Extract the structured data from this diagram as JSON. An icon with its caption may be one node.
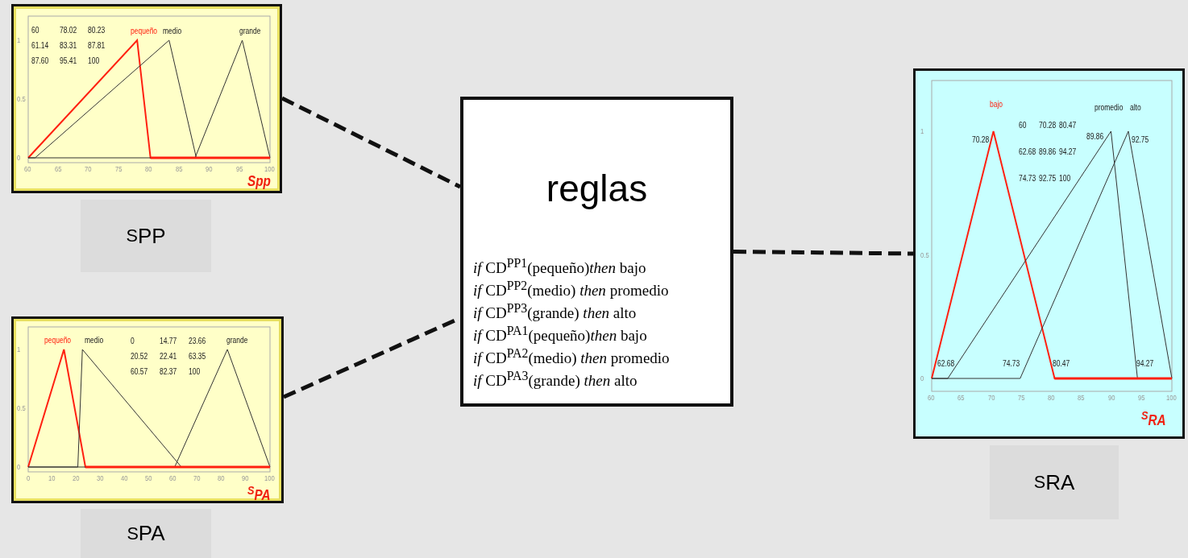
{
  "diagram": {
    "nodes": [
      {
        "text": [
          "60",
          "78.02",
          "80.23",
          "61.14",
          "83.31",
          "87.81",
          "87.60",
          "95.41",
          "100",
          "pequeño",
          "medio",
          "grande",
          "1",
          "0.5",
          "0",
          "60",
          "65",
          "70",
          "75",
          "80",
          "85",
          "90",
          "95",
          "100",
          "Spp"
        ],
        "beside": [
          "$^{S}$PP"
        ]
      },
      {
        "text": [
          "0",
          "14.77",
          "23.66",
          "20.52",
          "22.41",
          "63.35",
          "60.57",
          "82.37",
          "100",
          "pequeño",
          "medio",
          "grande",
          "1",
          "0.5",
          "0",
          "0",
          "10",
          "20",
          "30",
          "40",
          "50",
          "60",
          "70",
          "80",
          "90",
          "100",
          "$^{S}$PA"
        ],
        "beside": [
          "$^{S}$PA"
        ]
      },
      {
        "text": [
          "reglas",
          "*if* CD$^{PP1}$(pequeño)*then* bajo",
          "*if* CD$^{PP2}$(medio) *then* promedio",
          "*if* CD$^{PP3}$(grande) *then* alto",
          "*if* CD$^{PA1}$(pequeño)*then* bajo",
          "*if* CD$^{PA2}$(medio) *then* promedio",
          "*if* CD$^{PA3}$(grande) *then* alto"
        ]
      },
      {
        "text": [
          "60",
          "70.28",
          "80.47",
          "62.68",
          "89.86",
          "94.27",
          "74.73",
          "92.75",
          "100",
          "bajo",
          "promedio",
          "alto",
          "70.28",
          "62.68",
          "74.73",
          "80.47",
          "94.27",
          "89.86",
          "92.75",
          "1",
          "0.5",
          "0",
          "60",
          "65",
          "70",
          "75",
          "80",
          "85",
          "90",
          "95",
          "100",
          "$^{S}$RA"
        ],
        "beside": [
          "$^{S}$RA"
        ]
      }
    ],
    "edges": [
      {
        "from": 0,
        "to": 2,
        "arrow": "none",
        "style": "dashed"
      },
      {
        "from": 1,
        "to": 2,
        "arrow": "none",
        "style": "dashed"
      },
      {
        "from": 2,
        "to": 3,
        "arrow": "none",
        "style": "dashed"
      }
    ]
  }
}
